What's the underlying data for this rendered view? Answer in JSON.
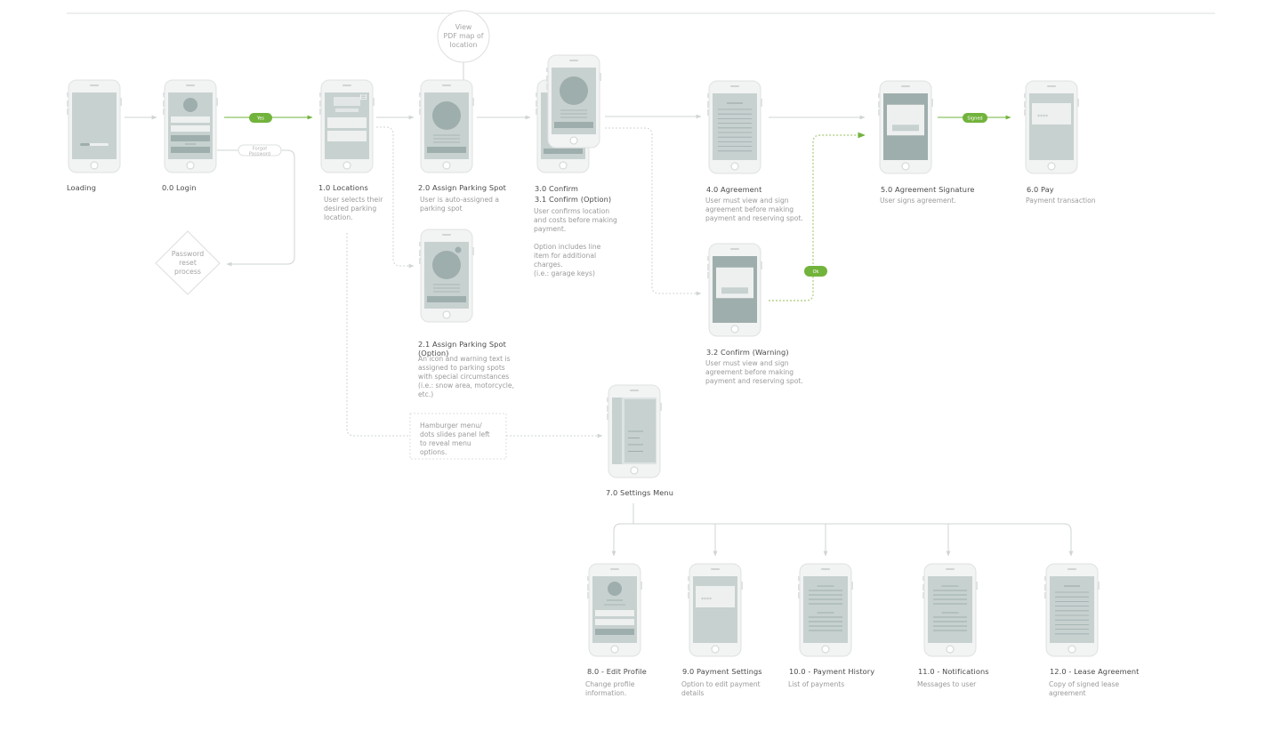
{
  "colors": {
    "phone_body": "#f2f3f3",
    "phone_stroke": "#dfe2e2",
    "screen": "#c7d1d0",
    "screen_dark": "#9eaeac",
    "element_white": "#eef0f0",
    "connector": "#cfd4d4",
    "accent": "#72b33c",
    "accent_dotted": "#b8d18d"
  },
  "screens": {
    "loading": {
      "label": "Loading",
      "desc": []
    },
    "login": {
      "label": "0.0 Login",
      "desc": []
    },
    "locations": {
      "label": "1.0 Locations",
      "desc": [
        "User selects their",
        "desired parking",
        "location."
      ]
    },
    "assign": {
      "label": "2.0 Assign Parking Spot",
      "desc": [
        "User is auto-assigned a",
        "parking spot"
      ]
    },
    "assign_option": {
      "label": [
        "2.1 Assign Parking Spot",
        "(Option)"
      ],
      "desc": [
        "An icon and warning text is",
        "assigned to parking spots",
        "with special circumstances",
        "(i.e.: snow area, motorcycle,",
        "etc.)"
      ]
    },
    "confirm": {
      "label": [
        "3.0 Confirm",
        "3.1 Confirm (Option)"
      ],
      "desc": [
        "User confirms location",
        "and costs before making",
        "payment.",
        "",
        "Option includes line",
        "item for additional",
        "charges.",
        "(i.e.: garage keys)"
      ]
    },
    "agreement": {
      "label": "4.0 Agreement",
      "desc": [
        "User must view and sign",
        "agreement before making",
        "payment and reserving spot."
      ]
    },
    "confirm_warning": {
      "label": "3.2 Confirm (Warning)",
      "desc": [
        "User must view and sign",
        "agreement before making",
        "payment and reserving spot."
      ]
    },
    "signature": {
      "label": "5.0 Agreement Signature",
      "desc": [
        "User signs agreement."
      ]
    },
    "pay": {
      "label": "6.0 Pay",
      "desc": [
        "Payment transaction"
      ]
    },
    "settings": {
      "label": "7.0 Settings Menu",
      "desc": []
    },
    "edit_profile": {
      "label": "8.0 - Edit Profile",
      "desc": [
        "Change profile",
        "information."
      ]
    },
    "payment_settings": {
      "label": "9.0 Payment Settings",
      "desc": [
        "Option to edit payment",
        "details"
      ]
    },
    "payment_history": {
      "label": "10.0 - Payment History",
      "desc": [
        "List of payments"
      ]
    },
    "notifications": {
      "label": "11.0 - Notifications",
      "desc": [
        "Messages to user"
      ]
    },
    "lease": {
      "label": "12.0 - Lease Agreement",
      "desc": [
        "Copy of signed lease",
        "agreement"
      ]
    }
  },
  "annotations": {
    "pdf_map": [
      "View",
      "PDF map of",
      "location"
    ],
    "password_reset": [
      "Password",
      "reset",
      "process"
    ],
    "hamburger_note": [
      "Hamburger menu/",
      "dots slides panel left",
      "to reveal menu",
      "options."
    ],
    "forgot_password": [
      "Forgot",
      "Password"
    ],
    "pin_mask": "****"
  },
  "pills": {
    "yes": "Yes",
    "signed": "Signed",
    "ok": "Ok"
  }
}
